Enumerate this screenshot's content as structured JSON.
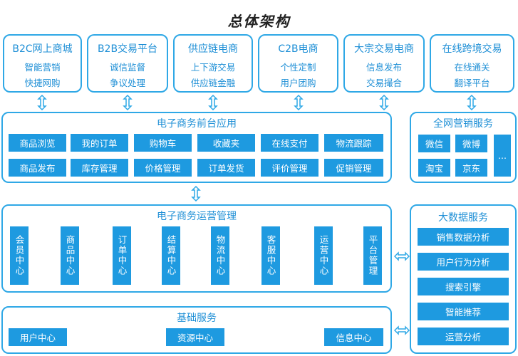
{
  "title": "总体架构",
  "top_boxes": [
    {
      "name": "B2C网上商城",
      "lines": [
        "智能营销",
        "快捷网购"
      ]
    },
    {
      "name": "B2B交易平台",
      "lines": [
        "诚信监督",
        "争议处理"
      ]
    },
    {
      "name": "供应链电商",
      "lines": [
        "上下游交易",
        "供应链金融"
      ]
    },
    {
      "name": "C2B电商",
      "lines": [
        "个性定制",
        "用户团购"
      ]
    },
    {
      "name": "大宗交易电商",
      "lines": [
        "信息发布",
        "交易撮合"
      ]
    },
    {
      "name": "在线跨境交易",
      "lines": [
        "在线通关",
        "翻译平台"
      ]
    }
  ],
  "frontend": {
    "title": "电子商务前台应用",
    "row1": [
      "商品浏览",
      "我的订单",
      "购物车",
      "收藏夹",
      "在线支付",
      "物流跟踪"
    ],
    "row2": [
      "商品发布",
      "库存管理",
      "价格管理",
      "订单发货",
      "评价管理",
      "促销管理"
    ]
  },
  "marketing": {
    "title": "全网营销服务",
    "items": [
      "微信",
      "微博",
      "淘宝",
      "京东",
      "..."
    ]
  },
  "operations": {
    "title": "电子商务运营管理",
    "centers": [
      "会员中心",
      "商品中心",
      "订单中心",
      "结算中心",
      "物流中心",
      "客服中心",
      "运营中心",
      "平台管理"
    ]
  },
  "bigdata": {
    "title": "大数据服务",
    "items": [
      "销售数据分析",
      "用户行为分析",
      "搜索引擎",
      "智能推荐",
      "运营分析"
    ]
  },
  "basic": {
    "title": "基础服务",
    "items": [
      "用户中心",
      "资源中心",
      "信息中心"
    ]
  },
  "colors": {
    "accent": "#1e9ae0",
    "border": "#2fa8e6"
  }
}
